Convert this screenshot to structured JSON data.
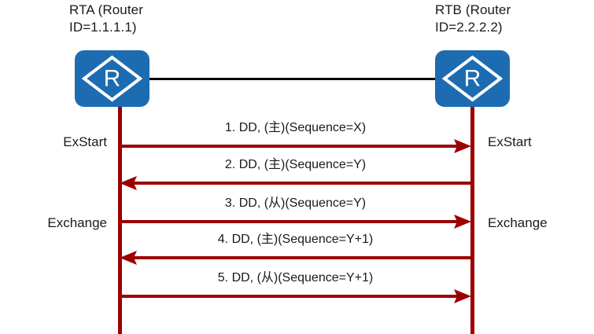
{
  "diagram": {
    "type": "ospf-dd-exchange-sequence",
    "accent_colors": {
      "router_blue": "#1d6cb2",
      "arrow_dark_red": "#9c0000",
      "link_black": "#000000",
      "text_black": "#1a1a1a"
    },
    "nodes": [
      {
        "id": "rta",
        "title": "RTA  (Router\nID=1.1.1.1)",
        "icon": "router-icon",
        "icon_letter": "R"
      },
      {
        "id": "rtb",
        "title": "RTB  (Router\nID=2.2.2.2)",
        "icon": "router-icon",
        "icon_letter": "R"
      }
    ],
    "link": {
      "label": "",
      "style": "solid-black"
    },
    "states": {
      "exstart": {
        "left_label": "ExStart",
        "right_label": "ExStart"
      },
      "exchange": {
        "left_label": "Exchange",
        "right_label": "Exchange"
      }
    },
    "messages": [
      {
        "seq": "1",
        "label": "1. DD, (主)(Sequence=X)",
        "direction": "right",
        "from": "rta",
        "to": "rtb"
      },
      {
        "seq": "2",
        "label": "2. DD, (主)(Sequence=Y)",
        "direction": "left",
        "from": "rtb",
        "to": "rta"
      },
      {
        "seq": "3",
        "label": "3. DD, (从)(Sequence=Y)",
        "direction": "right",
        "from": "rta",
        "to": "rtb"
      },
      {
        "seq": "4",
        "label": "4. DD, (主)(Sequence=Y+1)",
        "direction": "left",
        "from": "rtb",
        "to": "rta"
      },
      {
        "seq": "5",
        "label": "5. DD, (从)(Sequence=Y+1)",
        "direction": "right",
        "from": "rta",
        "to": "rtb"
      }
    ]
  }
}
